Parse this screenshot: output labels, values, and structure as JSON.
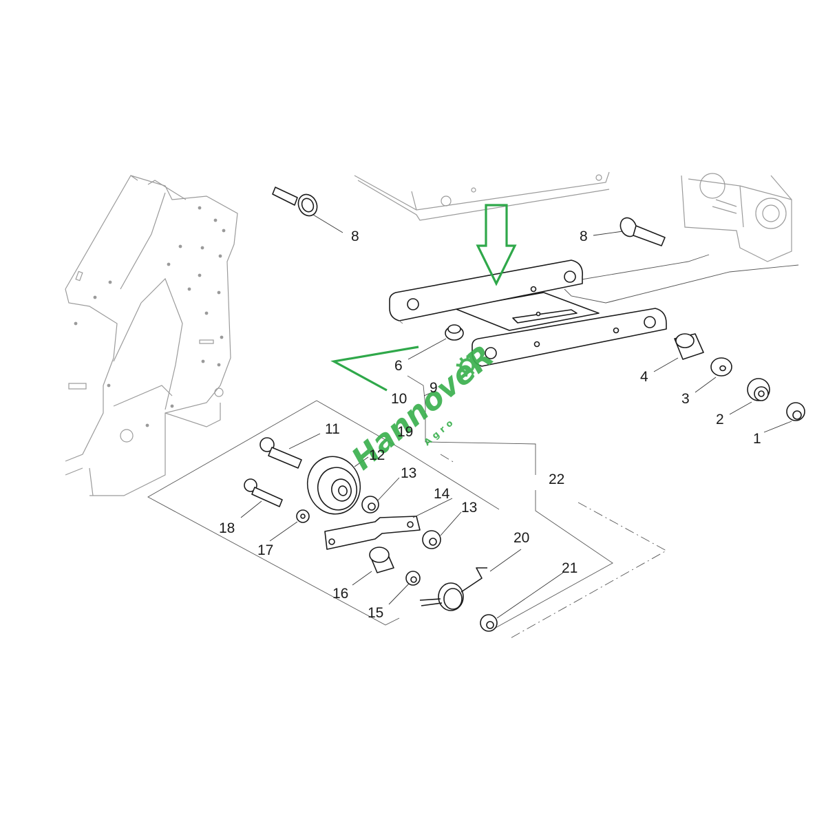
{
  "diagram": {
    "callouts": [
      {
        "id": "c1",
        "text": "1"
      },
      {
        "id": "c2",
        "text": "2"
      },
      {
        "id": "c3",
        "text": "3"
      },
      {
        "id": "c4",
        "text": "4"
      },
      {
        "id": "c6",
        "text": "6"
      },
      {
        "id": "c8a",
        "text": "8"
      },
      {
        "id": "c8b",
        "text": "8"
      },
      {
        "id": "c9",
        "text": "9"
      },
      {
        "id": "c10",
        "text": "10"
      },
      {
        "id": "c11",
        "text": "11"
      },
      {
        "id": "c12",
        "text": "12"
      },
      {
        "id": "c13a",
        "text": "13"
      },
      {
        "id": "c13b",
        "text": "13"
      },
      {
        "id": "c14",
        "text": "14"
      },
      {
        "id": "c15",
        "text": "15"
      },
      {
        "id": "c16",
        "text": "16"
      },
      {
        "id": "c17",
        "text": "17"
      },
      {
        "id": "c18",
        "text": "18"
      },
      {
        "id": "c19",
        "text": "19"
      },
      {
        "id": "c20",
        "text": "20"
      },
      {
        "id": "c21",
        "text": "21"
      },
      {
        "id": "c22",
        "text": "22"
      }
    ],
    "highlight_color": "#2fa84a",
    "watermark": {
      "main": "HannoveR",
      "sub": "Agro",
      "color": "#3bb04f",
      "icon": "gear-icon"
    }
  }
}
